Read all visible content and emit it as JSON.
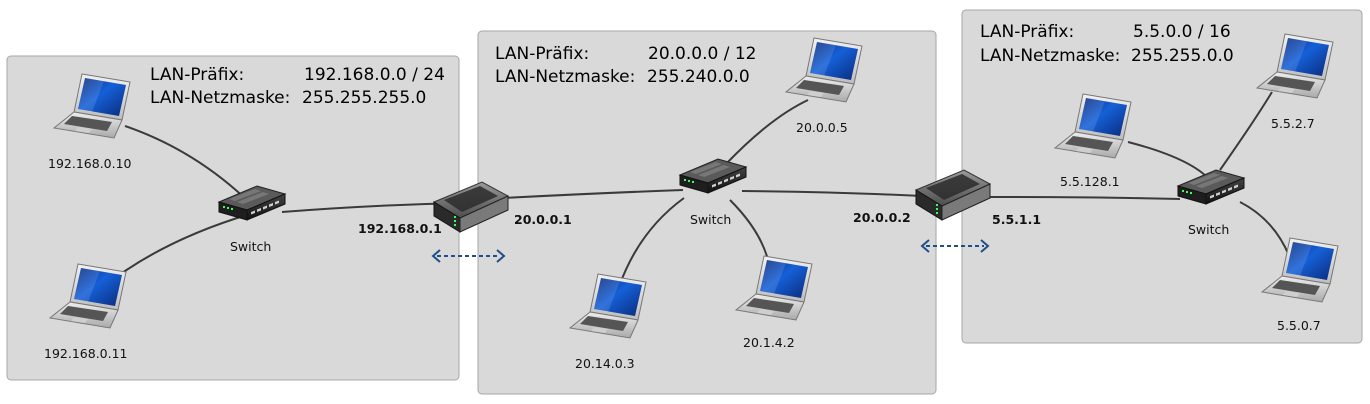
{
  "lans": [
    {
      "prefix_label": "LAN-Präfix:",
      "prefix_value": "192.168.0.0 / 24",
      "mask_label": "LAN-Netzmaske:",
      "mask_value": "255.255.255.0",
      "switch_label": "Switch",
      "hosts": [
        "192.168.0.10",
        "192.168.0.11"
      ]
    },
    {
      "prefix_label": "LAN-Präfix:",
      "prefix_value": "20.0.0.0 / 12",
      "mask_label": "LAN-Netzmaske:",
      "mask_value": "255.240.0.0",
      "switch_label": "Switch",
      "hosts": [
        "20.0.0.5",
        "20.14.0.3",
        "20.1.4.2"
      ]
    },
    {
      "prefix_label": "LAN-Präfix:",
      "prefix_value": "5.5.0.0 / 16",
      "mask_label": "LAN-Netzmaske:",
      "mask_value": "255.255.0.0",
      "switch_label": "Switch",
      "hosts": [
        "5.5.128.1",
        "5.5.2.7",
        "5.5.0.7"
      ]
    }
  ],
  "routers": [
    {
      "left_iface": "192.168.0.1",
      "right_iface": "20.0.0.1"
    },
    {
      "left_iface": "20.0.0.2",
      "right_iface": "5.5.1.1"
    }
  ],
  "colors": {
    "lan_background": "#d9d9d9",
    "lan_border": "#a6a6a6",
    "wire": "#3a3a3a",
    "arrow": "#1f4e8c",
    "screen_blue": "#1560d8"
  },
  "icons": [
    "laptop-icon",
    "switch-icon",
    "router-icon",
    "double-arrow-icon"
  ]
}
